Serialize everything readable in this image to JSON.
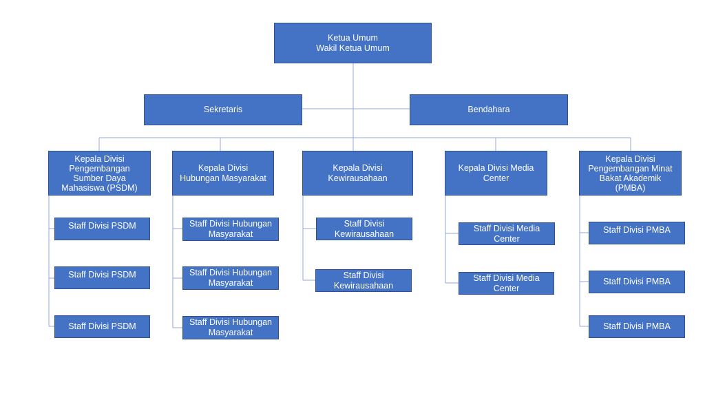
{
  "org_chart": {
    "top": {
      "lines": "Ketua Umum\nWakil Ketua Umum"
    },
    "assistants": {
      "secretary": "Sekretaris",
      "treasurer": "Bendahara"
    },
    "divisions": [
      {
        "head": "Kepala Divisi\nPengembangan\nSumber Daya\nMahasiswa (PSDM)",
        "staff": [
          "Staff Divisi PSDM",
          "Staff Divisi PSDM",
          "Staff Divisi PSDM"
        ]
      },
      {
        "head": "Kepala Divisi\nHubungan Masyarakat",
        "staff": [
          "Staff Divisi Hubungan\nMasyarakat",
          "Staff Divisi Hubungan\nMasyarakat",
          "Staff Divisi Hubungan\nMasyarakat"
        ]
      },
      {
        "head": "Kepala Divisi\nKewirausahaan",
        "staff": [
          "Staff Divisi\nKewirausahaan",
          "Staff Divisi\nKewirausahaan"
        ]
      },
      {
        "head": "Kepala Divisi Media\nCenter",
        "staff": [
          "Staff Divisi Media\nCenter",
          "Staff Divisi Media\nCenter"
        ]
      },
      {
        "head": "Kepala Divisi\nPengembangan Minat\nBakat Akademik\n(PMBA)",
        "staff": [
          "Staff Divisi PMBA",
          "Staff Divisi PMBA",
          "Staff Divisi PMBA"
        ]
      }
    ],
    "colors": {
      "box_fill": "#4472c4",
      "box_border": "#2f528f",
      "connector": "#8fa9d8",
      "text": "#ffffff"
    }
  }
}
